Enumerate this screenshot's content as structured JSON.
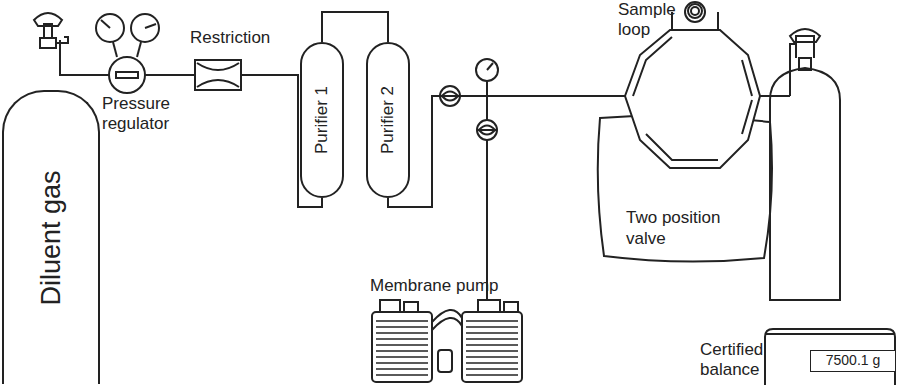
{
  "diagram": {
    "nodes": [
      {
        "text": [
          "Diluent gas"
        ]
      },
      {
        "text": [
          "Purifier 1"
        ]
      },
      {
        "text": [
          "Purifier 2"
        ]
      },
      {
        "text": [
          "Two position valve"
        ]
      },
      {
        "text": [
          "7500.1 g"
        ]
      }
    ],
    "edges": [
      {
        "from": 1,
        "to": 2,
        "arrow": "none"
      },
      {
        "from": 2,
        "to": 3,
        "arrow": "none"
      }
    ],
    "labels": [
      "Pressure regulator",
      "Restriction",
      "Sample loop",
      "Membrane pump",
      "Certified balance"
    ]
  }
}
